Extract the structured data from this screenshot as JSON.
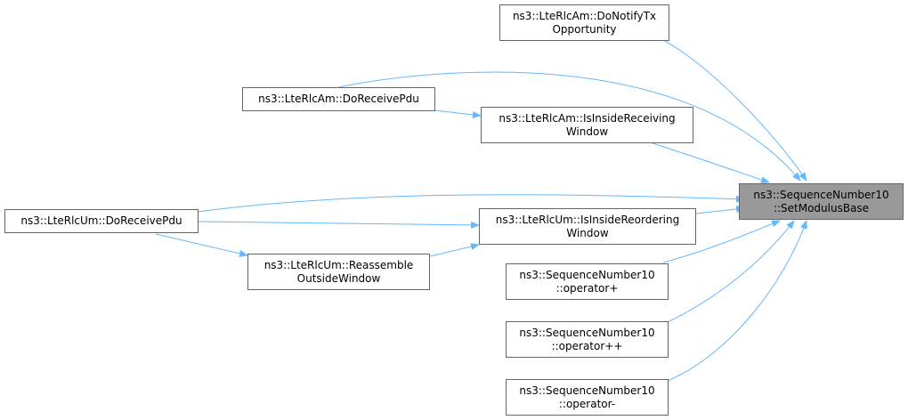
{
  "colors": {
    "edge": "#63b8ff",
    "node_border": "#666666",
    "focus_fill": "#999999",
    "node_fill": "#ffffff"
  },
  "nodes": {
    "target": {
      "line1": "ns3::SequenceNumber10",
      "line2": "::SetModulusBase"
    },
    "am_notify_tx": {
      "line1": "ns3::LteRlcAm::DoNotifyTx",
      "line2": "Opportunity"
    },
    "am_receive_pdu": {
      "line1": "ns3::LteRlcAm::DoReceivePdu"
    },
    "am_inside_window": {
      "line1": "ns3::LteRlcAm::IsInsideReceiving",
      "line2": "Window"
    },
    "um_receive_pdu": {
      "line1": "ns3::LteRlcUm::DoReceivePdu"
    },
    "um_inside_reordering": {
      "line1": "ns3::LteRlcUm::IsInsideReordering",
      "line2": "Window"
    },
    "um_reassemble": {
      "line1": "ns3::LteRlcUm::Reassemble",
      "line2": "OutsideWindow"
    },
    "op_plus": {
      "line1": "ns3::SequenceNumber10",
      "line2": "::operator+"
    },
    "op_plusplus": {
      "line1": "ns3::SequenceNumber10",
      "line2": "::operator++"
    },
    "op_minus": {
      "line1": "ns3::SequenceNumber10",
      "line2": "::operator-"
    }
  }
}
